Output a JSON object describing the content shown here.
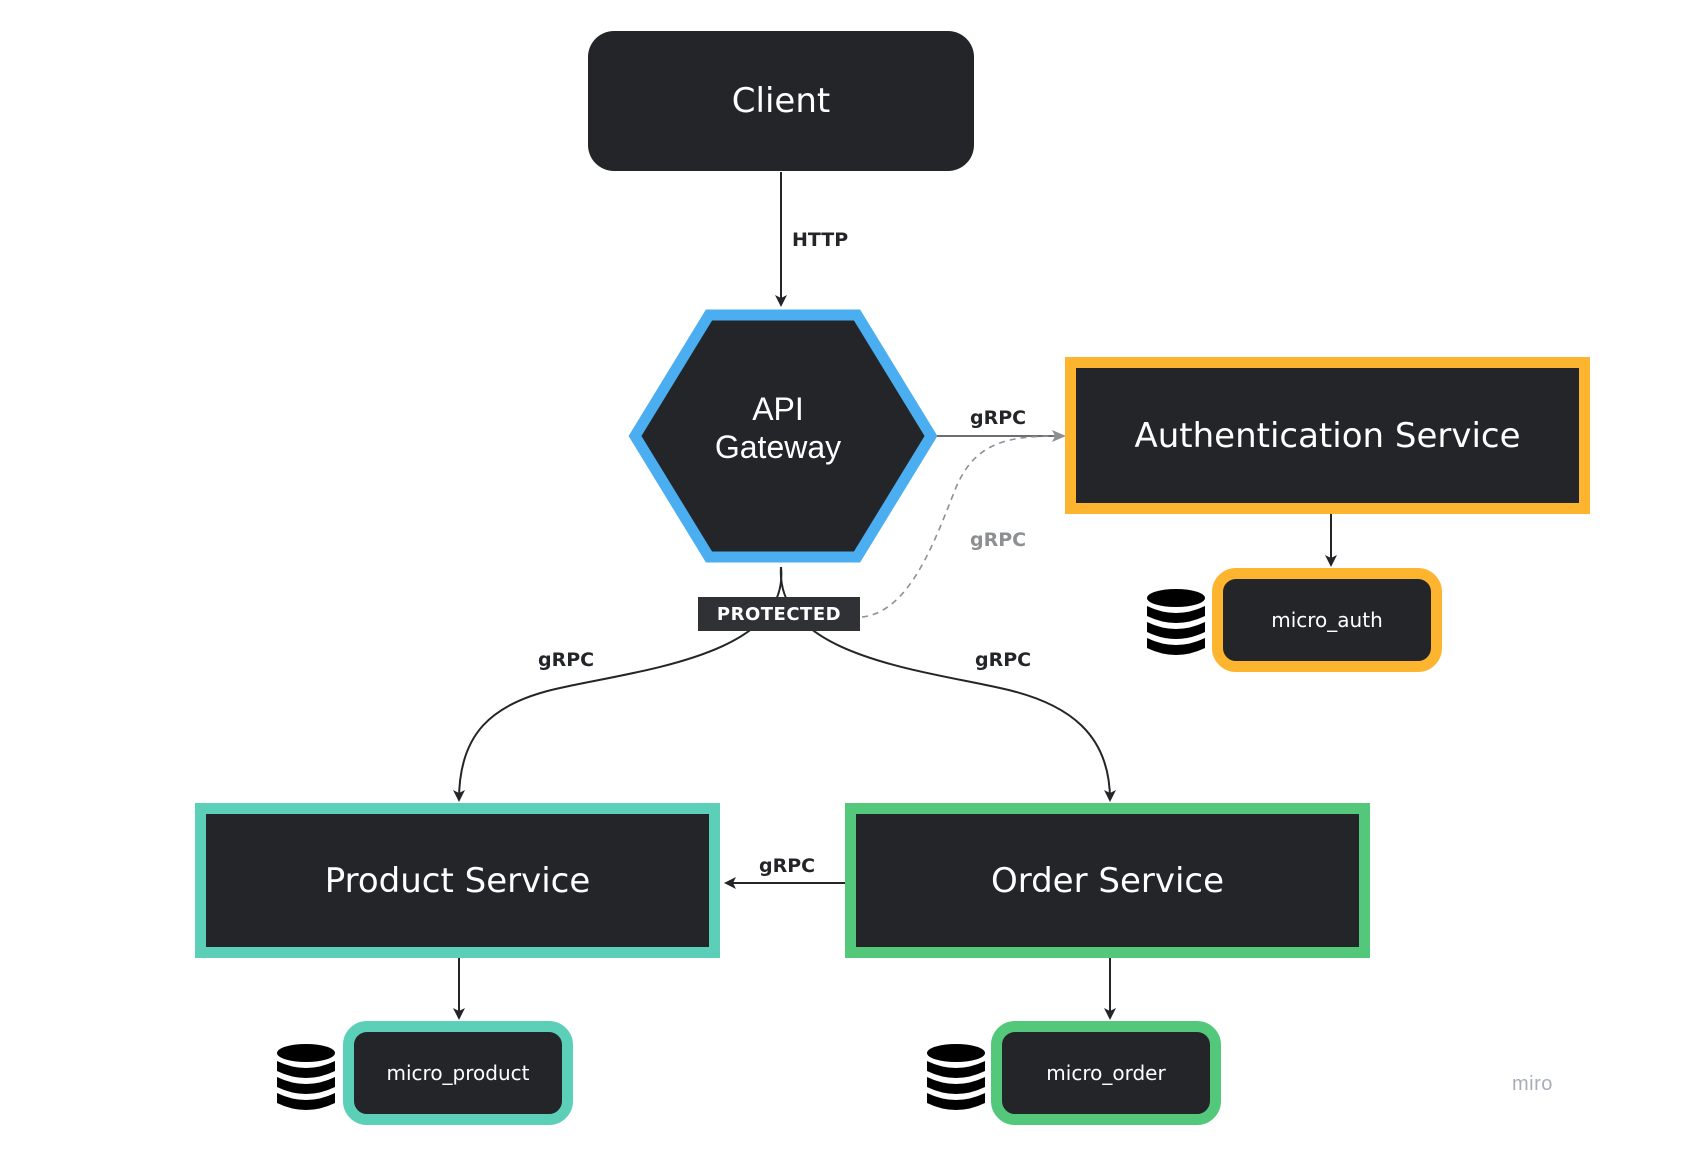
{
  "nodes": {
    "client": "Client",
    "gateway_line1": "API",
    "gateway_line2": "Gateway",
    "auth_service": "Authentication Service",
    "product_service": "Product Service",
    "order_service": "Order Service",
    "db_auth": "micro_auth",
    "db_product": "micro_product",
    "db_order": "micro_order"
  },
  "edges": {
    "client_to_gateway": "HTTP",
    "gateway_to_auth": "gRPC",
    "protected_to_auth": "gRPC",
    "gateway_to_product": "gRPC",
    "gateway_to_order": "gRPC",
    "order_to_product": "gRPC"
  },
  "badge": {
    "protected": "PROTECTED"
  },
  "watermark": "miro",
  "colors": {
    "node_fill": "#232528",
    "gateway_border": "#4AAEF0",
    "auth_border": "#FDB52F",
    "product_border": "#5CCFB9",
    "order_border": "#54C87A"
  }
}
